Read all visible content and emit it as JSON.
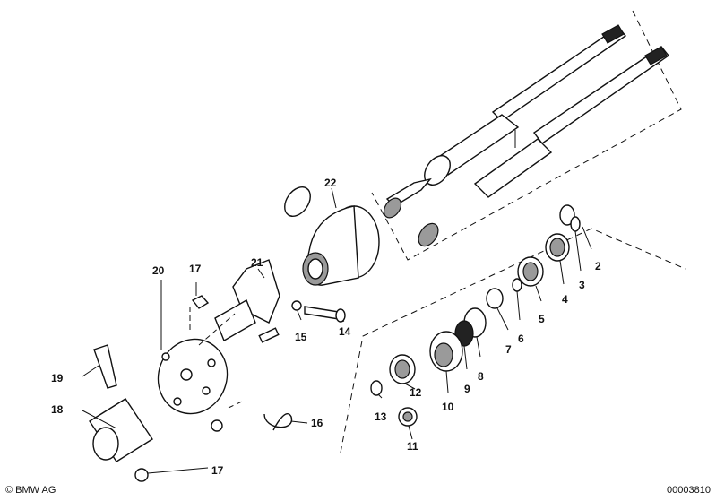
{
  "footer": {
    "copyright": "© BMW AG",
    "drawing_number": "00003810"
  },
  "callouts": [
    {
      "id": "2",
      "label": "2"
    },
    {
      "id": "3",
      "label": "3"
    },
    {
      "id": "4",
      "label": "4"
    },
    {
      "id": "5",
      "label": "5"
    },
    {
      "id": "6",
      "label": "6"
    },
    {
      "id": "7",
      "label": "7"
    },
    {
      "id": "8",
      "label": "8"
    },
    {
      "id": "9",
      "label": "9"
    },
    {
      "id": "10",
      "label": "10"
    },
    {
      "id": "11",
      "label": "11"
    },
    {
      "id": "12",
      "label": "12"
    },
    {
      "id": "13",
      "label": "13"
    },
    {
      "id": "14",
      "label": "14"
    },
    {
      "id": "15",
      "label": "15"
    },
    {
      "id": "16",
      "label": "16"
    },
    {
      "id": "17a",
      "label": "17"
    },
    {
      "id": "17b",
      "label": "17"
    },
    {
      "id": "18",
      "label": "18"
    },
    {
      "id": "19",
      "label": "19"
    },
    {
      "id": "20",
      "label": "20"
    },
    {
      "id": "21",
      "label": "21"
    },
    {
      "id": "22",
      "label": "22"
    }
  ]
}
